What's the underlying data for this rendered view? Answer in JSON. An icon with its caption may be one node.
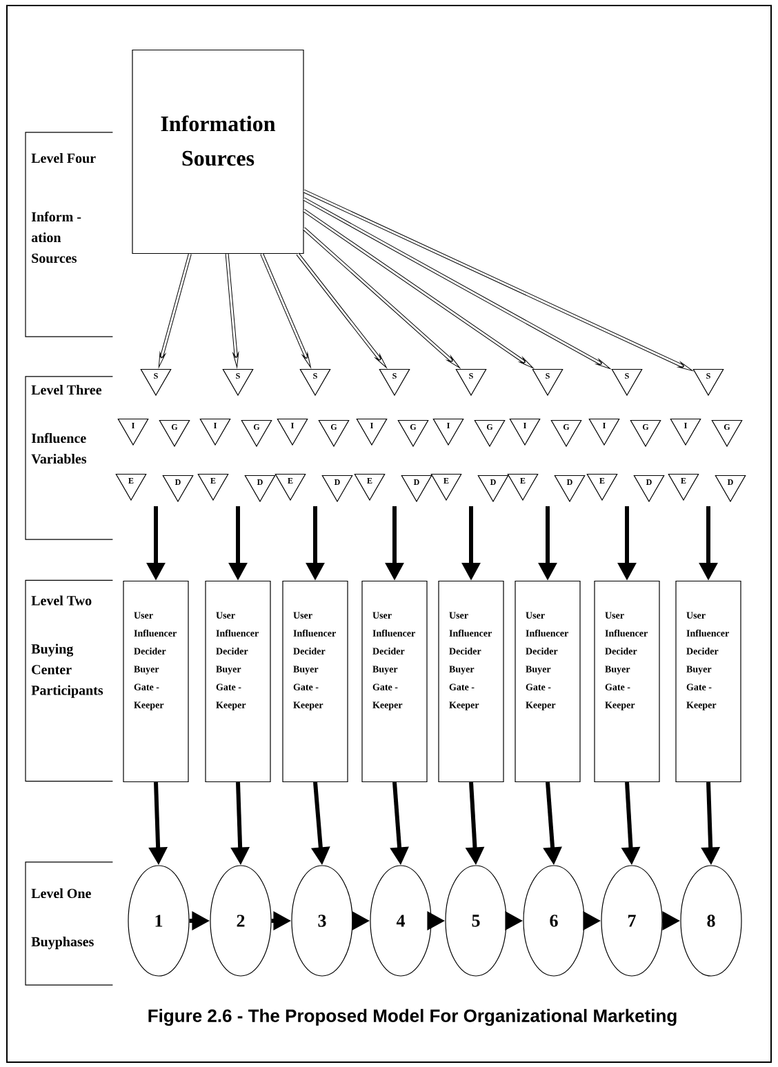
{
  "diagram": {
    "caption": "Figure 2.6 - The Proposed Model For Organizational Marketing",
    "nodes": [
      {
        "text": [
          "Information Sources"
        ]
      },
      {
        "text": [
          "Level Four",
          "Inform - ation Sources"
        ]
      },
      {
        "text": [
          "Level Three",
          "Influence Variables"
        ]
      },
      {
        "text": [
          "Level Two",
          "Buying Center Participants"
        ]
      },
      {
        "text": [
          "Level One",
          "Buyphases"
        ]
      },
      {
        "text": [
          "S"
        ]
      },
      {
        "text": [
          "I"
        ]
      },
      {
        "text": [
          "G"
        ]
      },
      {
        "text": [
          "E"
        ]
      },
      {
        "text": [
          "D"
        ]
      },
      {
        "text": [
          "User Influencer Decider Buyer Gate - Keeper"
        ]
      },
      {
        "text": [
          "1"
        ]
      },
      {
        "text": [
          "S"
        ]
      },
      {
        "text": [
          "I"
        ]
      },
      {
        "text": [
          "G"
        ]
      },
      {
        "text": [
          "E"
        ]
      },
      {
        "text": [
          "D"
        ]
      },
      {
        "text": [
          "User Influencer Decider Buyer Gate - Keeper"
        ]
      },
      {
        "text": [
          "2"
        ]
      },
      {
        "text": [
          "S"
        ]
      },
      {
        "text": [
          "I"
        ]
      },
      {
        "text": [
          "G"
        ]
      },
      {
        "text": [
          "E"
        ]
      },
      {
        "text": [
          "D"
        ]
      },
      {
        "text": [
          "User Influencer Decider Buyer Gate - Keeper"
        ]
      },
      {
        "text": [
          "3"
        ]
      },
      {
        "text": [
          "S"
        ]
      },
      {
        "text": [
          "I"
        ]
      },
      {
        "text": [
          "G"
        ]
      },
      {
        "text": [
          "E"
        ]
      },
      {
        "text": [
          "D"
        ]
      },
      {
        "text": [
          "User Influencer Decider Buyer Gate - Keeper"
        ]
      },
      {
        "text": [
          "4"
        ]
      },
      {
        "text": [
          "S"
        ]
      },
      {
        "text": [
          "I"
        ]
      },
      {
        "text": [
          "G"
        ]
      },
      {
        "text": [
          "E"
        ]
      },
      {
        "text": [
          "D"
        ]
      },
      {
        "text": [
          "User Influencer Decider Buyer Gate - Keeper"
        ]
      },
      {
        "text": [
          "5"
        ]
      },
      {
        "text": [
          "S"
        ]
      },
      {
        "text": [
          "I"
        ]
      },
      {
        "text": [
          "G"
        ]
      },
      {
        "text": [
          "E"
        ]
      },
      {
        "text": [
          "D"
        ]
      },
      {
        "text": [
          "User Influencer Decider Buyer Gate - Keeper"
        ]
      },
      {
        "text": [
          "6"
        ]
      },
      {
        "text": [
          "S"
        ]
      },
      {
        "text": [
          "I"
        ]
      },
      {
        "text": [
          "G"
        ]
      },
      {
        "text": [
          "E"
        ]
      },
      {
        "text": [
          "D"
        ]
      },
      {
        "text": [
          "User Influencer Decider Buyer Gate - Keeper"
        ]
      },
      {
        "text": [
          "7"
        ]
      },
      {
        "text": [
          "S"
        ]
      },
      {
        "text": [
          "I"
        ]
      },
      {
        "text": [
          "G"
        ]
      },
      {
        "text": [
          "E"
        ]
      },
      {
        "text": [
          "D"
        ]
      },
      {
        "text": [
          "User Influencer Decider Buyer Gate - Keeper"
        ]
      },
      {
        "text": [
          "8"
        ]
      }
    ],
    "edges": [
      {
        "from": 0,
        "to": 5,
        "arrow": "to"
      },
      {
        "from": 0,
        "to": 12,
        "arrow": "to"
      },
      {
        "from": 0,
        "to": 19,
        "arrow": "to"
      },
      {
        "from": 0,
        "to": 26,
        "arrow": "to"
      },
      {
        "from": 0,
        "to": 33,
        "arrow": "to"
      },
      {
        "from": 0,
        "to": 40,
        "arrow": "to"
      },
      {
        "from": 0,
        "to": 47,
        "arrow": "to"
      },
      {
        "from": 0,
        "to": 54,
        "arrow": "to"
      },
      {
        "from": null,
        "to": 10,
        "arrow": "to"
      },
      {
        "from": null,
        "to": 17,
        "arrow": "to"
      },
      {
        "from": null,
        "to": 24,
        "arrow": "to"
      },
      {
        "from": null,
        "to": 31,
        "arrow": "to"
      },
      {
        "from": null,
        "to": 38,
        "arrow": "to"
      },
      {
        "from": null,
        "to": 45,
        "arrow": "to"
      },
      {
        "from": null,
        "to": 52,
        "arrow": "to"
      },
      {
        "from": null,
        "to": 59,
        "arrow": "to"
      },
      {
        "from": 10,
        "to": 11,
        "arrow": "to"
      },
      {
        "from": 17,
        "to": 18,
        "arrow": "to"
      },
      {
        "from": 24,
        "to": 25,
        "arrow": "to"
      },
      {
        "from": 31,
        "to": 32,
        "arrow": "to"
      },
      {
        "from": 38,
        "to": 39,
        "arrow": "to"
      },
      {
        "from": 45,
        "to": 46,
        "arrow": "to"
      },
      {
        "from": 52,
        "to": 53,
        "arrow": "to"
      },
      {
        "from": 59,
        "to": 60,
        "arrow": "to"
      },
      {
        "from": 11,
        "to": 18,
        "arrow": "to"
      },
      {
        "from": 18,
        "to": 25,
        "arrow": "to"
      },
      {
        "from": 25,
        "to": 32,
        "arrow": "to"
      },
      {
        "from": 32,
        "to": 39,
        "arrow": "to"
      },
      {
        "from": 39,
        "to": 46,
        "arrow": "to"
      },
      {
        "from": 46,
        "to": 53,
        "arrow": "to"
      },
      {
        "from": 53,
        "to": 60,
        "arrow": "to"
      }
    ]
  }
}
